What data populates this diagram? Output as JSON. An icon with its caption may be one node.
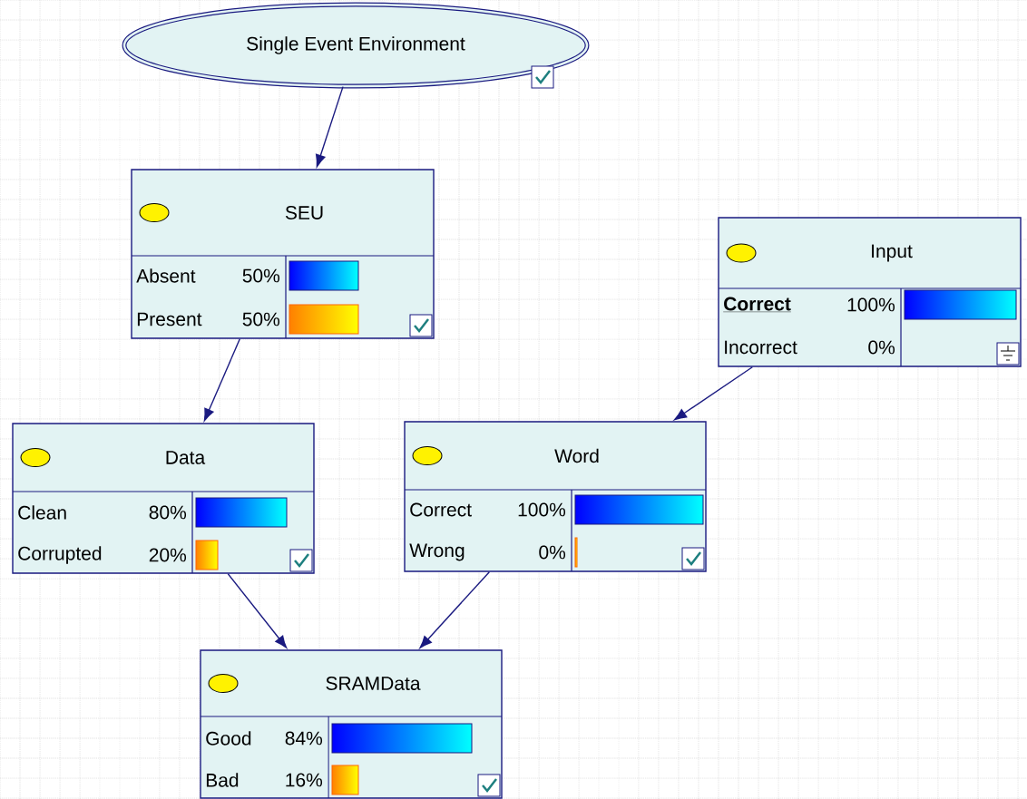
{
  "diagram": {
    "nodes": [
      {
        "text": [
          "Single Event Environment"
        ]
      },
      {
        "text": [
          "SEU",
          "Absent",
          "50%",
          "Present",
          "50%"
        ]
      },
      {
        "text": [
          "Input",
          "Correct",
          "100%",
          "Incorrect",
          "0%"
        ]
      },
      {
        "text": [
          "Data",
          "Clean",
          "80%",
          "Corrupted",
          "20%"
        ]
      },
      {
        "text": [
          "Word",
          "Correct",
          "100%",
          "Wrong",
          "0%"
        ]
      },
      {
        "text": [
          "SRAMData",
          "Good",
          "84%",
          "Bad",
          "16%"
        ]
      }
    ],
    "edges": [
      {
        "from": 0,
        "to": 1,
        "arrow": "to"
      },
      {
        "from": 1,
        "to": 3,
        "arrow": "to"
      },
      {
        "from": 2,
        "to": 4,
        "arrow": "to"
      },
      {
        "from": 3,
        "to": 5,
        "arrow": "to"
      },
      {
        "from": 4,
        "to": 5,
        "arrow": "to"
      }
    ]
  }
}
